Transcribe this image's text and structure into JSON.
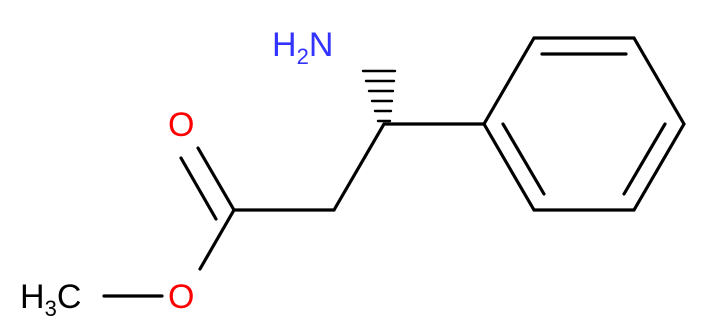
{
  "molecule": {
    "atoms": [
      {
        "id": "amine",
        "element": "N",
        "label": "H",
        "subscript": "2",
        "suffix": "N",
        "color": "#3333ff"
      },
      {
        "id": "carbonyl-oxygen",
        "element": "O",
        "label": "O",
        "color": "#ff0000"
      },
      {
        "id": "ester-oxygen",
        "element": "O",
        "label": "O",
        "color": "#ff0000"
      },
      {
        "id": "methyl",
        "element": "C",
        "label": "H",
        "subscript": "3",
        "suffix": "C",
        "color": "#000000"
      }
    ],
    "bond_color": "#000000",
    "stereo_bond": "hashed-wedge"
  }
}
